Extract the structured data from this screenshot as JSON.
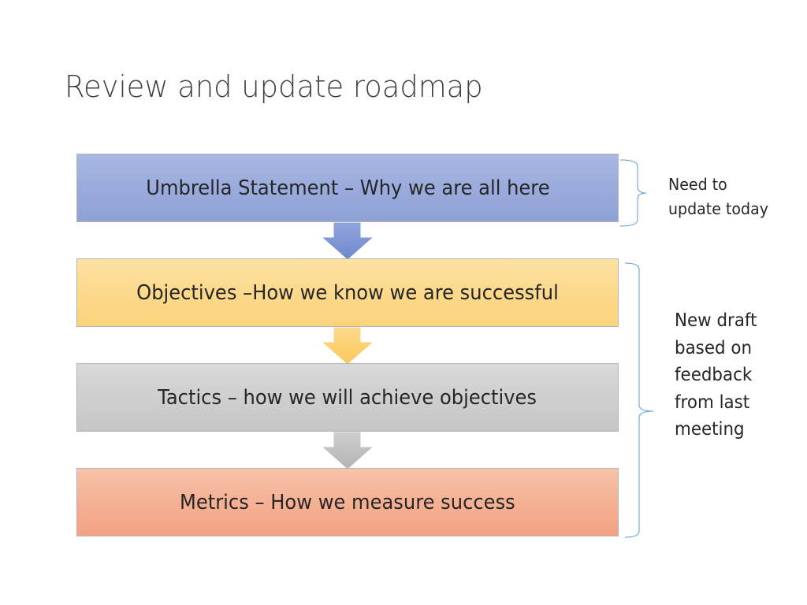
{
  "slide": {
    "title": "Review and update roadmap"
  },
  "flow": {
    "steps": [
      {
        "label": "Umbrella Statement – Why we are all here",
        "color": "#9aabdc",
        "arrow_color": "#7f96d4"
      },
      {
        "label": "Objectives –How we know we are successful",
        "color": "#fcd98c",
        "arrow_color": "#fccf6c"
      },
      {
        "label": "Tactics – how we will achieve objectives",
        "color": "#cfcfcf",
        "arrow_color": "#bdbdbd"
      },
      {
        "label": "Metrics – How we measure success",
        "color": "#f5b194"
      }
    ]
  },
  "annotations": {
    "update_note": "Need to\nupdate today",
    "draft_note": "New draft\nbased on\nfeedback\nfrom last\nmeeting",
    "brace_color": "#5b9bd5"
  }
}
